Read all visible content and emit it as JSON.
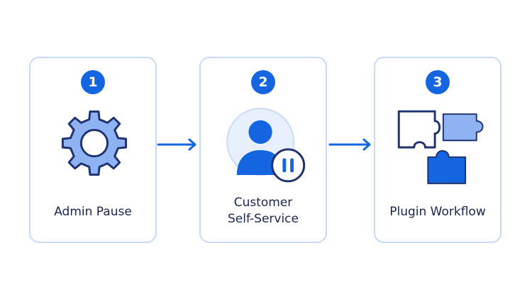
{
  "steps": [
    {
      "number": "1",
      "label": "Admin Pause",
      "icon": "gear-icon"
    },
    {
      "number": "2",
      "label_lines": [
        "Customer",
        "Self-Service"
      ],
      "icon": "user-pause-icon"
    },
    {
      "number": "3",
      "label": "Plugin Workflow",
      "icon": "puzzle-pieces-icon"
    }
  ],
  "colors": {
    "accent": "#1565e0",
    "light_fill": "#8eb2f2",
    "pale_fill": "#e8f0fd",
    "card_border": "#c9dbf6",
    "text": "#17274e",
    "outline": "#1f3270"
  }
}
